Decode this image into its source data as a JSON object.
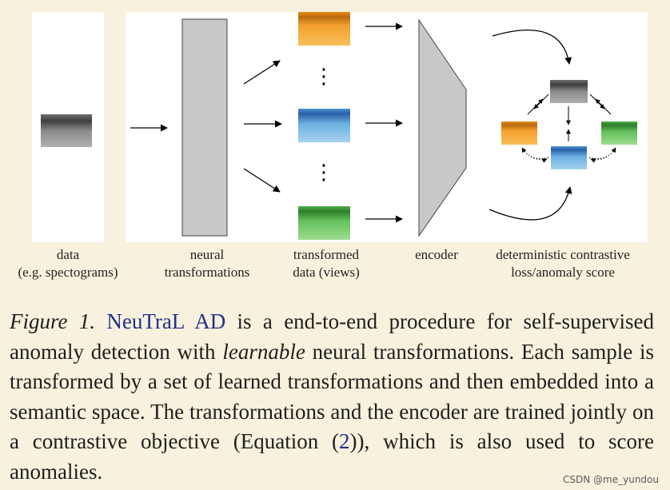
{
  "figure": {
    "labels": {
      "data": [
        "data",
        "(e.g. spectograms)"
      ],
      "neural": [
        "neural",
        "transformations"
      ],
      "transformed": [
        "transformed",
        "data (views)"
      ],
      "encoder": [
        "encoder"
      ],
      "loss": [
        "deterministic contrastive",
        "loss/anomaly score"
      ]
    },
    "ellipsis": "⋮",
    "colors": {
      "background": "#f8f1dd",
      "panel": "#ffffff",
      "neural_box": "#c8c8c8",
      "encoder": "#c8c8c8",
      "view_orange": "#f3a02e",
      "view_blue": "#6cb0e2",
      "view_green": "#66c25d",
      "view_gray": "#8a8a8a"
    }
  },
  "caption": {
    "fig_label": "Figure 1.",
    "method_name": "NeuTraL AD",
    "text1": " is a end-to-end procedure for self-supervised anomaly detection with ",
    "emphasis": "learnable",
    "text2": " neural transformations. Each sample is transformed by a set of learned transformations and then embedded into a semantic space. The transformations and the encoder are trained jointly on a contrastive objective (Equation (",
    "eq_ref": "2",
    "text3": ")), which is also used to score anomalies."
  },
  "watermark": "CSDN @me_yundou"
}
